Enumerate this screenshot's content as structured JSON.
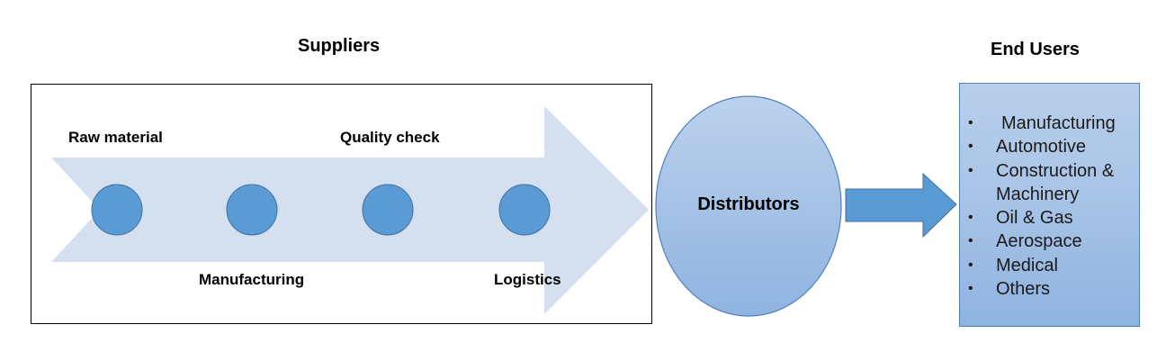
{
  "suppliers_title": "Suppliers",
  "end_users_title": "End Users",
  "distributors_label": "Distributors",
  "steps": [
    {
      "label": "Raw material"
    },
    {
      "label": "Manufacturing"
    },
    {
      "label": "Quality check"
    },
    {
      "label": "Logistics"
    }
  ],
  "end_users": [
    "Manufacturing",
    "Automotive",
    "Construction &",
    "Machinery",
    "Oil & Gas",
    "Aerospace",
    "Medical",
    "Others"
  ],
  "bullet_glyph": "•",
  "colors": {
    "arrow_fill": "#d4dff0",
    "node_fill": "#5b9bd5",
    "node_stroke": "#41719c",
    "distributor_fill": "#a8c4e6",
    "distributor_stroke": "#4f81bd",
    "connector_arrow": "#5b9bd5"
  }
}
